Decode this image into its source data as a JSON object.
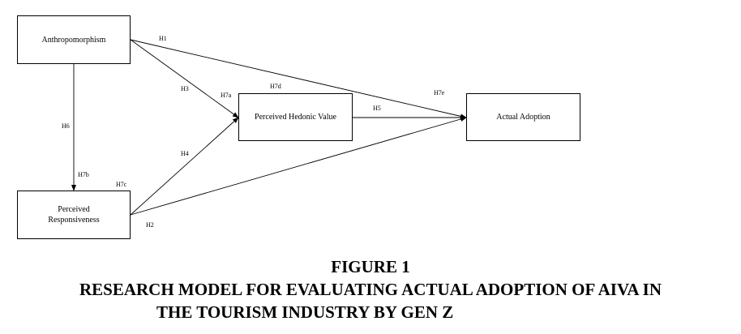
{
  "diagram": {
    "nodes": {
      "anthropomorphism": "Anthropomorphism",
      "responsiveness": "Perceived\nResponsiveness",
      "hedonic": "Perceived Hedonic Value",
      "adoption": "Actual Adoption"
    },
    "hypotheses": {
      "h1": "H1",
      "h2": "H2",
      "h3": "H3",
      "h4": "H4",
      "h5": "H5",
      "h6": "H6",
      "h7a": "H7a",
      "h7b": "H7b",
      "h7c": "H7c",
      "h7d": "H7d",
      "h7e": "H7e"
    },
    "edges": [
      {
        "from": "anthropomorphism",
        "to": "adoption",
        "label": "H1"
      },
      {
        "from": "responsiveness",
        "to": "adoption",
        "label": "H2"
      },
      {
        "from": "anthropomorphism",
        "to": "hedonic",
        "label": "H3"
      },
      {
        "from": "responsiveness",
        "to": "hedonic",
        "label": "H4"
      },
      {
        "from": "hedonic",
        "to": "adoption",
        "label": "H5"
      },
      {
        "from": "anthropomorphism",
        "to": "responsiveness",
        "label": "H6"
      }
    ]
  },
  "caption": {
    "figure_number": "FIGURE 1",
    "line_1": "RESEARCH MODEL FOR EVALUATING ACTUAL ADOPTION OF AIVA IN",
    "line_2": "THE TOURISM INDUSTRY BY GEN Z"
  }
}
